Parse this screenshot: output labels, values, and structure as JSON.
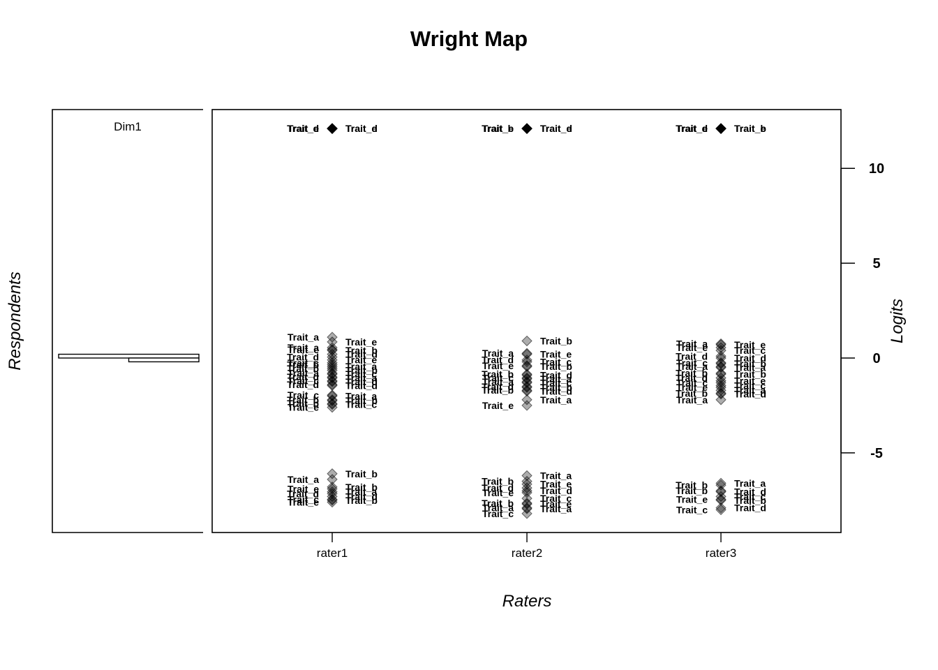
{
  "title": "Wright Map",
  "left_ylabel": "Respondents",
  "right_ylabel": "Logits",
  "xlabel": "Raters",
  "dim_label": "Dim1",
  "chart_data": {
    "type": "scatter",
    "title": "Wright Map",
    "xlabel": "Raters",
    "ylabel": "Logits",
    "ylim": [
      -9.2,
      13.1
    ],
    "yticks": [
      10,
      5,
      0,
      -5
    ],
    "ytick_labels": [
      "10",
      "5",
      "0",
      "-5"
    ],
    "categories": [
      "rater1",
      "rater2",
      "rater3"
    ],
    "respondent_histogram": {
      "label": "Dim1",
      "bins": [
        {
          "low": 0.0,
          "high": 0.2,
          "length": 1.0
        },
        {
          "low": -0.2,
          "high": 0.0,
          "length": 0.5
        }
      ]
    },
    "series": [
      {
        "rater": "rater1",
        "points": [
          {
            "y": 12.1,
            "label": "Trait_d",
            "side": "left"
          },
          {
            "y": 12.1,
            "label": "Trait_e",
            "side": "left"
          },
          {
            "y": 12.1,
            "label": "Trait_d",
            "side": "right"
          },
          {
            "y": 12.1,
            "label": "Trait_e",
            "side": "right"
          },
          {
            "y": 1.1,
            "label": "Trait_a",
            "side": "left"
          },
          {
            "y": 0.85,
            "label": "Trait_e",
            "side": "right"
          },
          {
            "y": 0.55,
            "label": "Trait_a",
            "side": "left"
          },
          {
            "y": 0.45,
            "label": "Trait_e",
            "side": "left"
          },
          {
            "y": 0.4,
            "label": "Trait_b",
            "side": "right"
          },
          {
            "y": 0.2,
            "label": "Trait_d",
            "side": "right"
          },
          {
            "y": 0.05,
            "label": "Trait_d",
            "side": "left"
          },
          {
            "y": -0.1,
            "label": "Trait_e",
            "side": "right"
          },
          {
            "y": -0.25,
            "label": "Trait_c",
            "side": "left"
          },
          {
            "y": -0.35,
            "label": "Trait_b",
            "side": "left"
          },
          {
            "y": -0.45,
            "label": "Trait_a",
            "side": "right"
          },
          {
            "y": -0.55,
            "label": "Trait_b",
            "side": "left"
          },
          {
            "y": -0.65,
            "label": "Trait_b",
            "side": "right"
          },
          {
            "y": -0.8,
            "label": "Trait_a",
            "side": "left"
          },
          {
            "y": -0.85,
            "label": "Trait_c",
            "side": "right"
          },
          {
            "y": -1.0,
            "label": "Trait_d",
            "side": "left"
          },
          {
            "y": -1.05,
            "label": "Trait_a",
            "side": "right"
          },
          {
            "y": -1.2,
            "label": "Trait_c",
            "side": "left"
          },
          {
            "y": -1.25,
            "label": "Trait_d",
            "side": "right"
          },
          {
            "y": -1.4,
            "label": "Trait_d",
            "side": "left"
          },
          {
            "y": -1.45,
            "label": "Trait_d",
            "side": "right"
          },
          {
            "y": -1.95,
            "label": "Trait_c",
            "side": "left"
          },
          {
            "y": -2.0,
            "label": "Trait_a",
            "side": "right"
          },
          {
            "y": -2.2,
            "label": "Trait_b",
            "side": "left"
          },
          {
            "y": -2.25,
            "label": "Trait_b",
            "side": "right"
          },
          {
            "y": -2.4,
            "label": "Trait_b",
            "side": "left"
          },
          {
            "y": -2.45,
            "label": "Trait_c",
            "side": "right"
          },
          {
            "y": -2.6,
            "label": "Trait_e",
            "side": "left"
          },
          {
            "y": -6.1,
            "label": "Trait_b",
            "side": "right"
          },
          {
            "y": -6.4,
            "label": "Trait_a",
            "side": "left"
          },
          {
            "y": -6.8,
            "label": "Trait_b",
            "side": "right"
          },
          {
            "y": -6.9,
            "label": "Trait_e",
            "side": "left"
          },
          {
            "y": -7.05,
            "label": "Trait_a",
            "side": "right"
          },
          {
            "y": -7.15,
            "label": "Trait_d",
            "side": "left"
          },
          {
            "y": -7.3,
            "label": "Trait_d",
            "side": "right"
          },
          {
            "y": -7.45,
            "label": "Trait_c",
            "side": "left"
          },
          {
            "y": -7.5,
            "label": "Trait_b",
            "side": "right"
          },
          {
            "y": -7.6,
            "label": "Trait_e",
            "side": "left"
          }
        ]
      },
      {
        "rater": "rater2",
        "points": [
          {
            "y": 12.1,
            "label": "Trait_b",
            "side": "left"
          },
          {
            "y": 12.1,
            "label": "Trait_e",
            "side": "left"
          },
          {
            "y": 12.1,
            "label": "Trait_d",
            "side": "right"
          },
          {
            "y": 12.1,
            "label": "Trait_e",
            "side": "right"
          },
          {
            "y": 0.9,
            "label": "Trait_b",
            "side": "right"
          },
          {
            "y": 0.25,
            "label": "Trait_a",
            "side": "left"
          },
          {
            "y": 0.2,
            "label": "Trait_e",
            "side": "right"
          },
          {
            "y": -0.1,
            "label": "Trait_d",
            "side": "left"
          },
          {
            "y": -0.2,
            "label": "Trait_c",
            "side": "right"
          },
          {
            "y": -0.4,
            "label": "Trait_e",
            "side": "left"
          },
          {
            "y": -0.45,
            "label": "Trait_b",
            "side": "right"
          },
          {
            "y": -0.85,
            "label": "Trait_b",
            "side": "left"
          },
          {
            "y": -0.9,
            "label": "Trait_d",
            "side": "right"
          },
          {
            "y": -1.05,
            "label": "Trait_c",
            "side": "left"
          },
          {
            "y": -1.1,
            "label": "Trait_a",
            "side": "right"
          },
          {
            "y": -1.25,
            "label": "Trait_a",
            "side": "left"
          },
          {
            "y": -1.3,
            "label": "Trait_c",
            "side": "right"
          },
          {
            "y": -1.5,
            "label": "Trait_d",
            "side": "left"
          },
          {
            "y": -1.55,
            "label": "Trait_b",
            "side": "right"
          },
          {
            "y": -1.7,
            "label": "Trait_b",
            "side": "left"
          },
          {
            "y": -1.75,
            "label": "Trait_d",
            "side": "right"
          },
          {
            "y": -2.2,
            "label": "Trait_a",
            "side": "right"
          },
          {
            "y": -2.5,
            "label": "Trait_e",
            "side": "left"
          },
          {
            "y": -6.2,
            "label": "Trait_a",
            "side": "right"
          },
          {
            "y": -6.5,
            "label": "Trait_b",
            "side": "left"
          },
          {
            "y": -6.65,
            "label": "Trait_e",
            "side": "right"
          },
          {
            "y": -6.85,
            "label": "Trait_d",
            "side": "left"
          },
          {
            "y": -7.0,
            "label": "Trait_d",
            "side": "right"
          },
          {
            "y": -7.1,
            "label": "Trait_e",
            "side": "left"
          },
          {
            "y": -7.4,
            "label": "Trait_c",
            "side": "right"
          },
          {
            "y": -7.65,
            "label": "Trait_b",
            "side": "left"
          },
          {
            "y": -7.7,
            "label": "Trait_e",
            "side": "right"
          },
          {
            "y": -7.9,
            "label": "Trait_a",
            "side": "left"
          },
          {
            "y": -7.95,
            "label": "Trait_a",
            "side": "right"
          },
          {
            "y": -8.2,
            "label": "Trait_c",
            "side": "left"
          }
        ]
      },
      {
        "rater": "rater3",
        "points": [
          {
            "y": 12.1,
            "label": "Trait_d",
            "side": "left"
          },
          {
            "y": 12.1,
            "label": "Trait_e",
            "side": "left"
          },
          {
            "y": 12.1,
            "label": "Trait_b",
            "side": "right"
          },
          {
            "y": 12.1,
            "label": "Trait_e",
            "side": "right"
          },
          {
            "y": 0.75,
            "label": "Trait_a",
            "side": "left"
          },
          {
            "y": 0.7,
            "label": "Trait_e",
            "side": "right"
          },
          {
            "y": 0.55,
            "label": "Trait_e",
            "side": "left"
          },
          {
            "y": 0.4,
            "label": "Trait_c",
            "side": "right"
          },
          {
            "y": 0.1,
            "label": "Trait_d",
            "side": "left"
          },
          {
            "y": 0.0,
            "label": "Trait_d",
            "side": "right"
          },
          {
            "y": -0.25,
            "label": "Trait_c",
            "side": "left"
          },
          {
            "y": -0.3,
            "label": "Trait_b",
            "side": "right"
          },
          {
            "y": -0.45,
            "label": "Trait_a",
            "side": "left"
          },
          {
            "y": -0.5,
            "label": "Trait_a",
            "side": "right"
          },
          {
            "y": -0.8,
            "label": "Trait_b",
            "side": "left"
          },
          {
            "y": -0.85,
            "label": "Trait_b",
            "side": "right"
          },
          {
            "y": -1.05,
            "label": "Trait_d",
            "side": "left"
          },
          {
            "y": -1.2,
            "label": "Trait_e",
            "side": "right"
          },
          {
            "y": -1.3,
            "label": "Trait_c",
            "side": "left"
          },
          {
            "y": -1.45,
            "label": "Trait_c",
            "side": "right"
          },
          {
            "y": -1.55,
            "label": "Trait_e",
            "side": "left"
          },
          {
            "y": -1.7,
            "label": "Trait_a",
            "side": "right"
          },
          {
            "y": -1.85,
            "label": "Trait_b",
            "side": "left"
          },
          {
            "y": -1.9,
            "label": "Trait_d",
            "side": "right"
          },
          {
            "y": -2.2,
            "label": "Trait_a",
            "side": "left"
          },
          {
            "y": -6.6,
            "label": "Trait_a",
            "side": "right"
          },
          {
            "y": -6.7,
            "label": "Trait_b",
            "side": "left"
          },
          {
            "y": -7.0,
            "label": "Trait_b",
            "side": "left"
          },
          {
            "y": -7.05,
            "label": "Trait_d",
            "side": "right"
          },
          {
            "y": -7.3,
            "label": "Trait_c",
            "side": "right"
          },
          {
            "y": -7.45,
            "label": "Trait_e",
            "side": "left"
          },
          {
            "y": -7.5,
            "label": "Trait_b",
            "side": "right"
          },
          {
            "y": -7.9,
            "label": "Trait_d",
            "side": "right"
          },
          {
            "y": -8.0,
            "label": "Trait_c",
            "side": "left"
          }
        ]
      }
    ]
  }
}
